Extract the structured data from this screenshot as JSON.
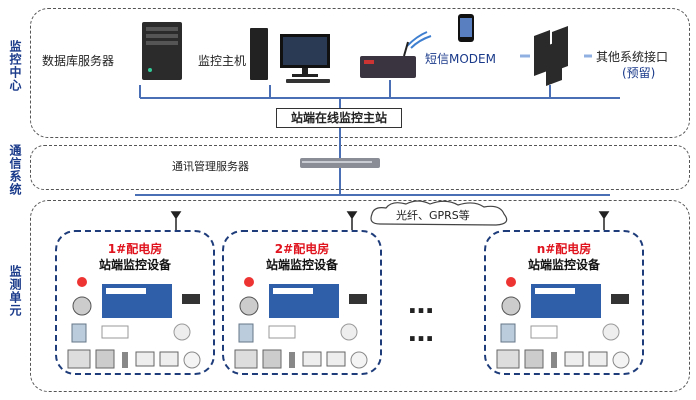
{
  "sections": {
    "monitor_center": "监控中心",
    "comm_system": "通信系统",
    "monitor_unit": "监测单元"
  },
  "center": {
    "db_server": "数据库服务器",
    "monitor_host": "监控主机",
    "sms_modem": "短信MODEM",
    "other_interface": "其他系统接口",
    "reserved": "(预留)",
    "main_station": "站端在线监控主站"
  },
  "comm": {
    "server": "通讯管理服务器",
    "network": "光纤、GPRS等"
  },
  "stations": [
    {
      "title": "1#配电房",
      "subtitle": "站端监控设备"
    },
    {
      "title": "2#配电房",
      "subtitle": "站端监控设备"
    },
    {
      "title": "n#配电房",
      "subtitle": "站端监控设备"
    }
  ],
  "ellipsis": "…",
  "colors": {
    "accent_blue": "#1a3a8a",
    "station_red": "#e0141e",
    "line_blue": "#4a6fb5"
  }
}
